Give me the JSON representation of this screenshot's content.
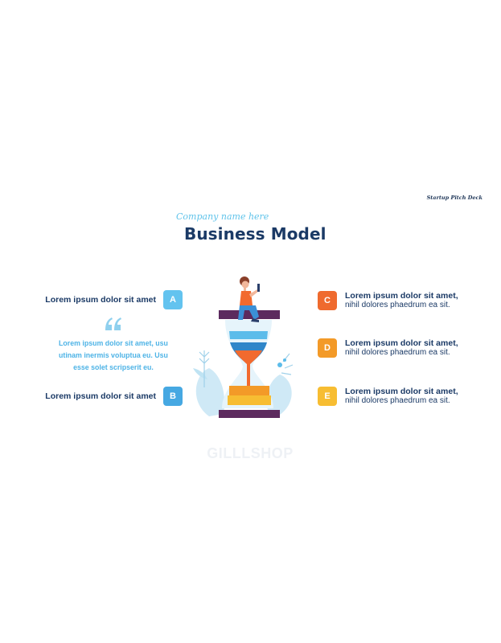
{
  "header": {
    "brand": "Startup Pitch Deck",
    "subtitle": "Company name here",
    "title": "Business Model"
  },
  "left": {
    "item_a": {
      "label": "Lorem ipsum dolor sit amet",
      "badge": "A",
      "color": "#63c3ef"
    },
    "item_b": {
      "label": "Lorem ipsum dolor sit amet",
      "badge": "B",
      "color": "#46a8e2"
    },
    "quote_icon": "quote-icon",
    "quote_lines": [
      "Lorem ipsum dolor sit amet, usu",
      "utinam inermis voluptua eu. Usu",
      "esse solet scripserit eu."
    ]
  },
  "right": {
    "items": [
      {
        "badge": "C",
        "title": "Lorem ipsum dolor sit amet,",
        "sub": "nihil dolores phaedrum ea sit.",
        "color": "#ef6a2e"
      },
      {
        "badge": "D",
        "title": "Lorem ipsum dolor sit amet,",
        "sub": "nihil dolores phaedrum ea sit.",
        "color": "#f39a28"
      },
      {
        "badge": "E",
        "title": "Lorem ipsum dolor sit amet,",
        "sub": "nihil dolores phaedrum ea sit.",
        "color": "#f7bd32"
      }
    ]
  },
  "illustration": "hourglass-illustration",
  "watermark": "GILLLSHOP",
  "colors": {
    "navy": "#1b3a66",
    "sky": "#5fc3ea",
    "purple": "#5c2a5e",
    "orange": "#ef6a2e"
  }
}
